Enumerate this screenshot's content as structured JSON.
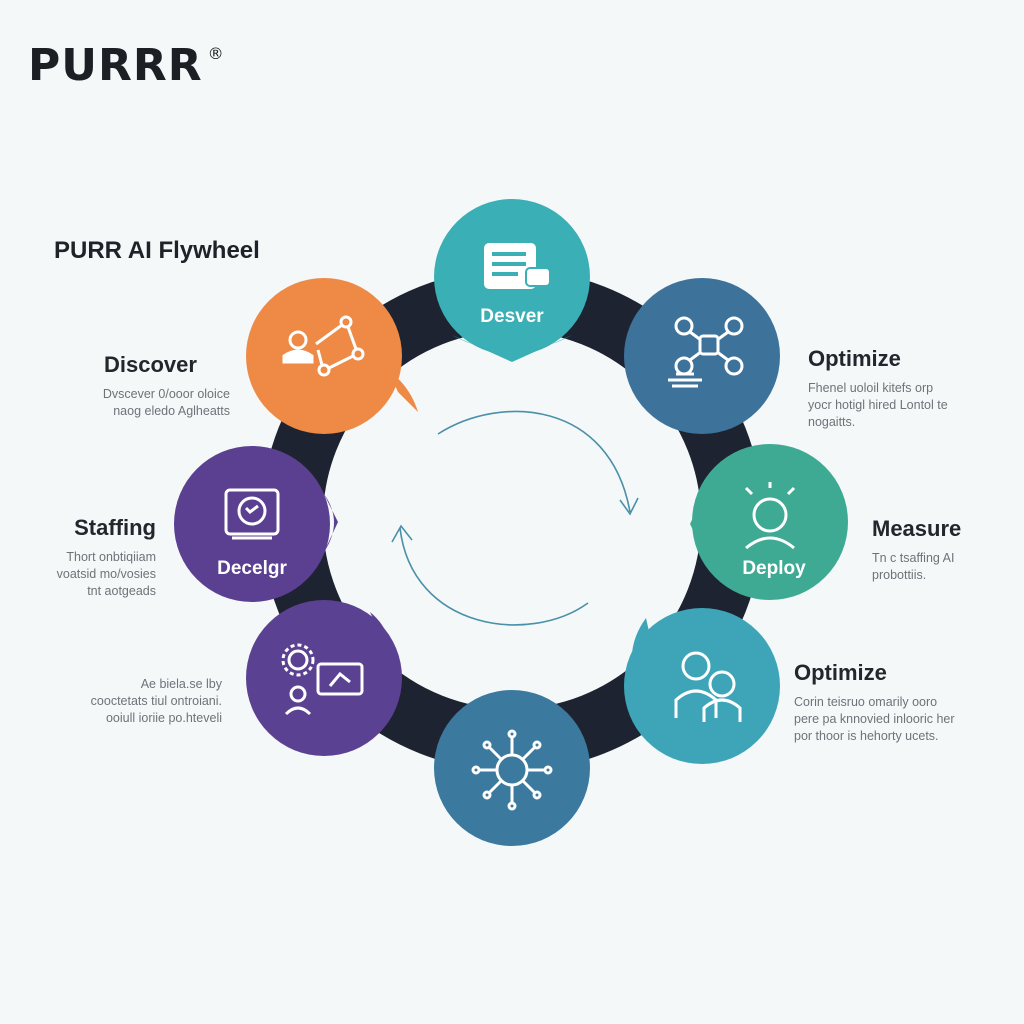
{
  "brand": {
    "logo": "PURRR",
    "registered_mark": "®"
  },
  "title": "PURR AI Flywheel",
  "nodes": {
    "top": {
      "label": "Desver",
      "icon": "document-chat-icon",
      "color": "#3aafb5"
    },
    "top_right": {
      "icon": "drone-icon",
      "color": "#3d729b"
    },
    "right": {
      "label": "Deploy",
      "icon": "lightbulb-person-icon",
      "color": "#3faa94"
    },
    "bottom_right": {
      "icon": "people-icon",
      "color": "#3ea5b9"
    },
    "bottom": {
      "icon": "network-hub-icon",
      "color": "#3b7a9e"
    },
    "bottom_left": {
      "icon": "gear-person-presentation-icon",
      "color": "#5a4192"
    },
    "left": {
      "label": "Decelgr",
      "icon": "monitor-face-icon",
      "color": "#5b3f91"
    },
    "top_left": {
      "icon": "person-network-icon",
      "color": "#ee8a45"
    }
  },
  "side_labels": {
    "discover": {
      "heading": "Discover",
      "lines": [
        "Dvscever 0/ooor oloice",
        "naog eledo Aglheatts"
      ]
    },
    "staffing": {
      "heading": "Staffing",
      "lines": [
        "Thort onbtiqiiam",
        "voatsid mo/vosies",
        "tnt aotgeads"
      ]
    },
    "bottom_left": {
      "lines": [
        "Ae biela.se lby",
        "cooctetats tiul ontroiani.",
        "ooiull ioriie po.hteveli"
      ]
    },
    "optimize_top": {
      "heading": "Optimize",
      "lines": [
        "Fhenel uoloil kitefs orp",
        "yocr hotigl hired Lontol te",
        "nogaitts."
      ]
    },
    "measure": {
      "heading": "Measure",
      "lines": [
        "Tn c tsaffing AI",
        "probottiis."
      ]
    },
    "optimize_bottom": {
      "heading": "Optimize",
      "lines": [
        "Corin teisruo omarily ooro",
        "pere pa knnovied inlooric her",
        "por thoor is hehorty ucets."
      ]
    }
  },
  "colors": {
    "ring": "#1d2330",
    "arrow": "#4a90a8",
    "orange": "#ee8a45",
    "purple": "#5a4192",
    "teal": "#3aafb5",
    "blue": "#3d729b",
    "green": "#3faa94"
  }
}
